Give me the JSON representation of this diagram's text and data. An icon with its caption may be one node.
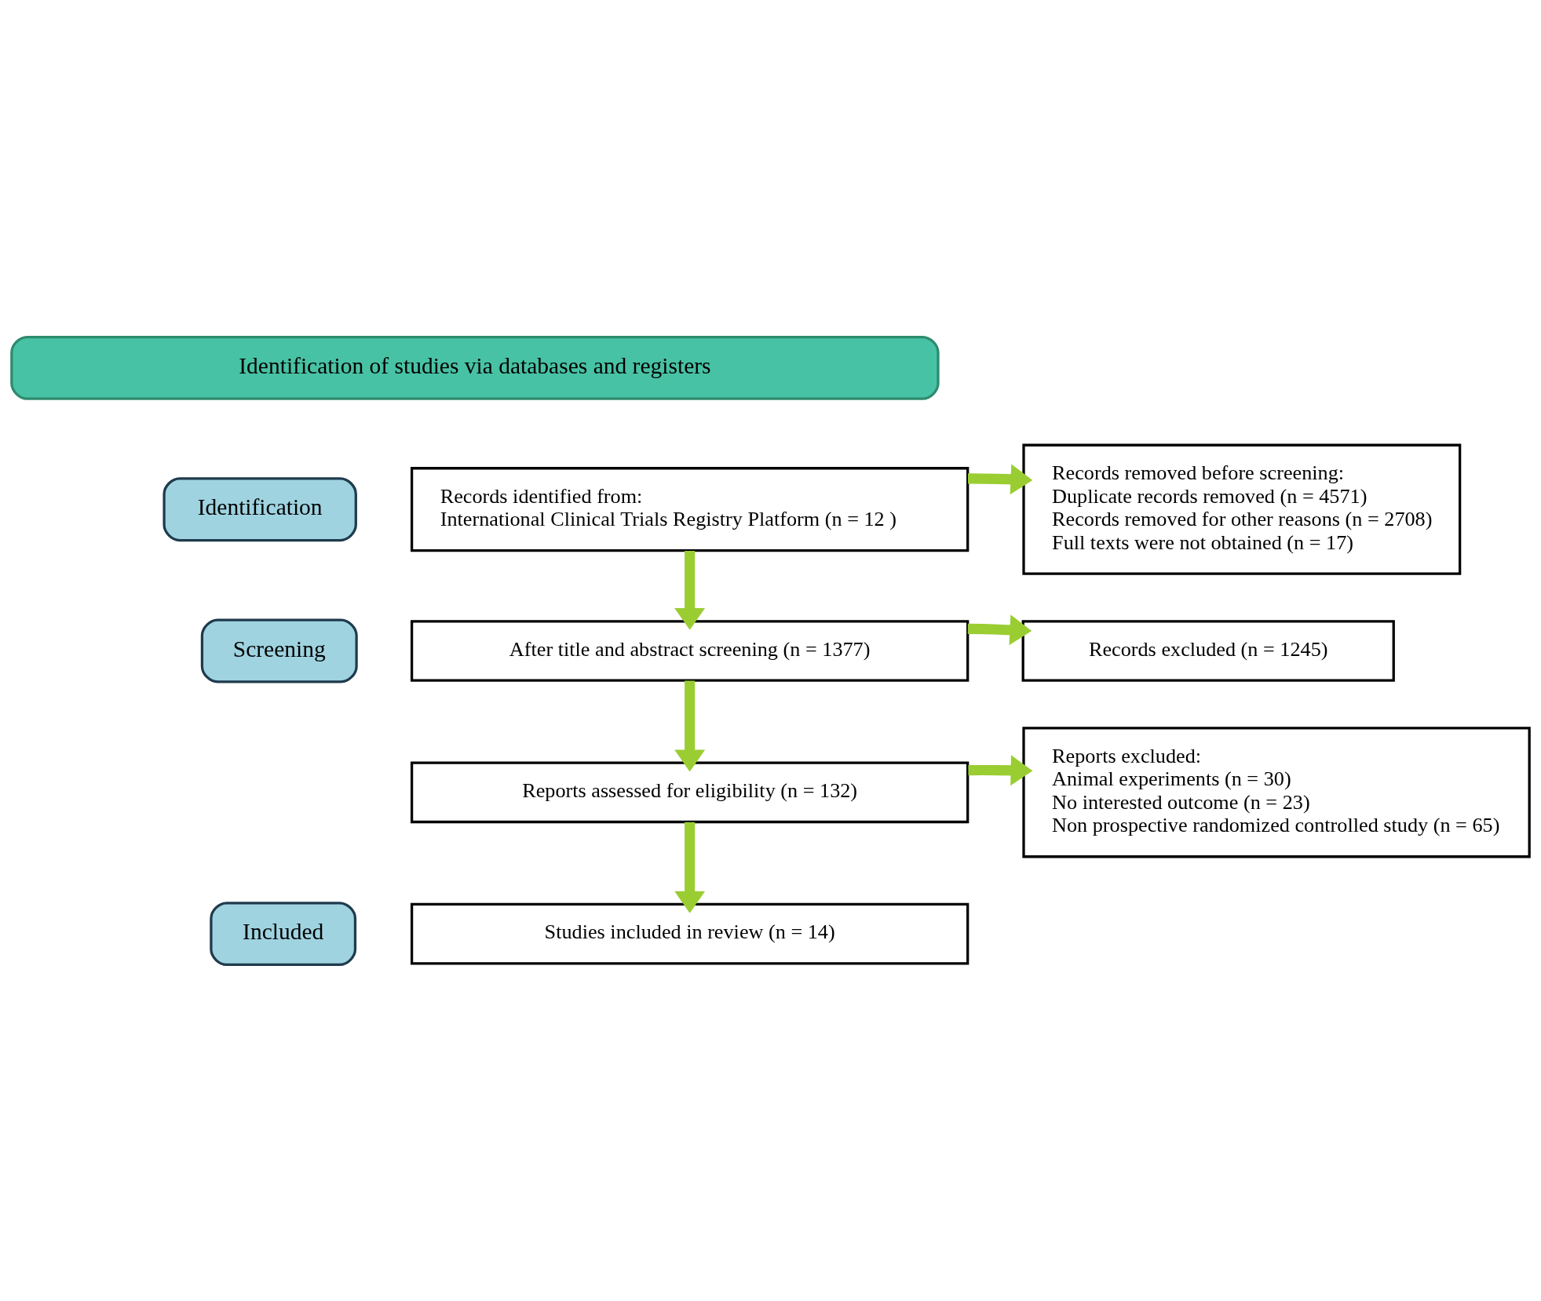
{
  "diagram": {
    "nodes": [
      {
        "text": [
          "Identification of studies via databases and registers"
        ]
      },
      {
        "text": [
          "Identification"
        ]
      },
      {
        "text": [
          "Screening"
        ]
      },
      {
        "text": [
          "Included"
        ]
      },
      {
        "text": [
          "Records identified from:",
          "International Clinical Trials Registry Platform (n = 12 )"
        ]
      },
      {
        "text": [
          "Records removed before screening:",
          "Duplicate records removed (n = 4571)",
          "Records removed for other reasons (n = 2708)",
          "Full texts were not obtained (n = 17)"
        ]
      },
      {
        "text": [
          "After title and abstract screening (n = 1377)"
        ]
      },
      {
        "text": [
          "Records excluded (n = 1245)"
        ]
      },
      {
        "text": [
          "Reports assessed for eligibility (n = 132)"
        ]
      },
      {
        "text": [
          "Reports excluded:",
          "Animal experiments (n = 30)",
          "No interested outcome (n = 23)",
          "Non prospective randomized controlled study (n = 65)"
        ]
      },
      {
        "text": [
          "Studies included in review (n = 14)"
        ]
      }
    ],
    "edges": [
      {
        "from": 4,
        "to": 5,
        "arrow": "to"
      },
      {
        "from": 4,
        "to": 6,
        "arrow": "to"
      },
      {
        "from": 6,
        "to": 7,
        "arrow": "to"
      },
      {
        "from": 6,
        "to": 8,
        "arrow": "to"
      },
      {
        "from": 8,
        "to": 9,
        "arrow": "to"
      },
      {
        "from": 8,
        "to": 10,
        "arrow": "to"
      }
    ]
  }
}
